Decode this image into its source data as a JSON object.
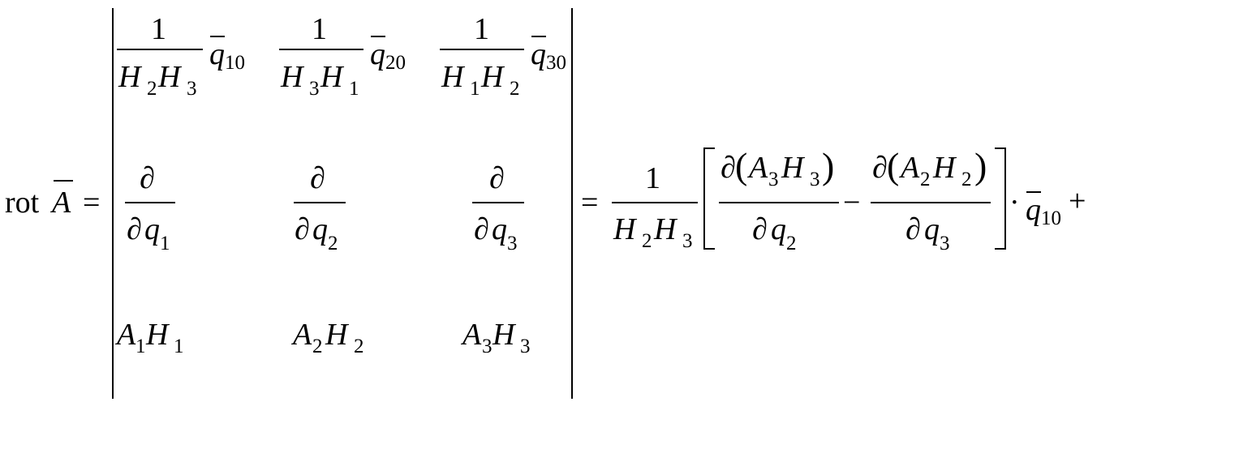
{
  "formula": {
    "lhs": {
      "operator": "rot",
      "vector": "A",
      "equals": "="
    },
    "determinant": {
      "row1": [
        {
          "numerator": "1",
          "den_a": "H",
          "den_a_sub": "2",
          "den_b": "H",
          "den_b_sub": "3",
          "unit": "q",
          "unit_sub": "10"
        },
        {
          "numerator": "1",
          "den_a": "H",
          "den_a_sub": "3",
          "den_b": "H",
          "den_b_sub": "1",
          "unit": "q",
          "unit_sub": "20"
        },
        {
          "numerator": "1",
          "den_a": "H",
          "den_a_sub": "1",
          "den_b": "H",
          "den_b_sub": "2",
          "unit": "q",
          "unit_sub": "30"
        }
      ],
      "row2": [
        {
          "numerator": "∂",
          "den_d": "∂",
          "den_var": "q",
          "den_sub": "1"
        },
        {
          "numerator": "∂",
          "den_d": "∂",
          "den_var": "q",
          "den_sub": "2"
        },
        {
          "numerator": "∂",
          "den_d": "∂",
          "den_var": "q",
          "den_sub": "3"
        }
      ],
      "row3": [
        {
          "a": "A",
          "a_sub": "1",
          "h": "H",
          "h_sub": "1"
        },
        {
          "a": "A",
          "a_sub": "2",
          "h": "H",
          "h_sub": "2"
        },
        {
          "a": "A",
          "a_sub": "3",
          "h": "H",
          "h_sub": "3"
        }
      ]
    },
    "rhs": {
      "equals": "=",
      "coef_numerator": "1",
      "coef_den_a": "H",
      "coef_den_a_sub": "2",
      "coef_den_b": "H",
      "coef_den_b_sub": "3",
      "left_bracket": "[",
      "right_bracket": "]",
      "term1": {
        "num_d": "∂",
        "lp": "(",
        "a": "A",
        "a_sub": "3",
        "h": "H",
        "h_sub": "3",
        "rp": ")",
        "den_d": "∂",
        "den_var": "q",
        "den_sub": "2"
      },
      "minus": "−",
      "term2": {
        "num_d": "∂",
        "lp": "(",
        "a": "A",
        "a_sub": "2",
        "h": "H",
        "h_sub": "2",
        "rp": ")",
        "den_d": "∂",
        "den_var": "q",
        "den_sub": "3"
      },
      "dot": "·",
      "unit": "q",
      "unit_sub": "10",
      "plus": "+"
    }
  }
}
